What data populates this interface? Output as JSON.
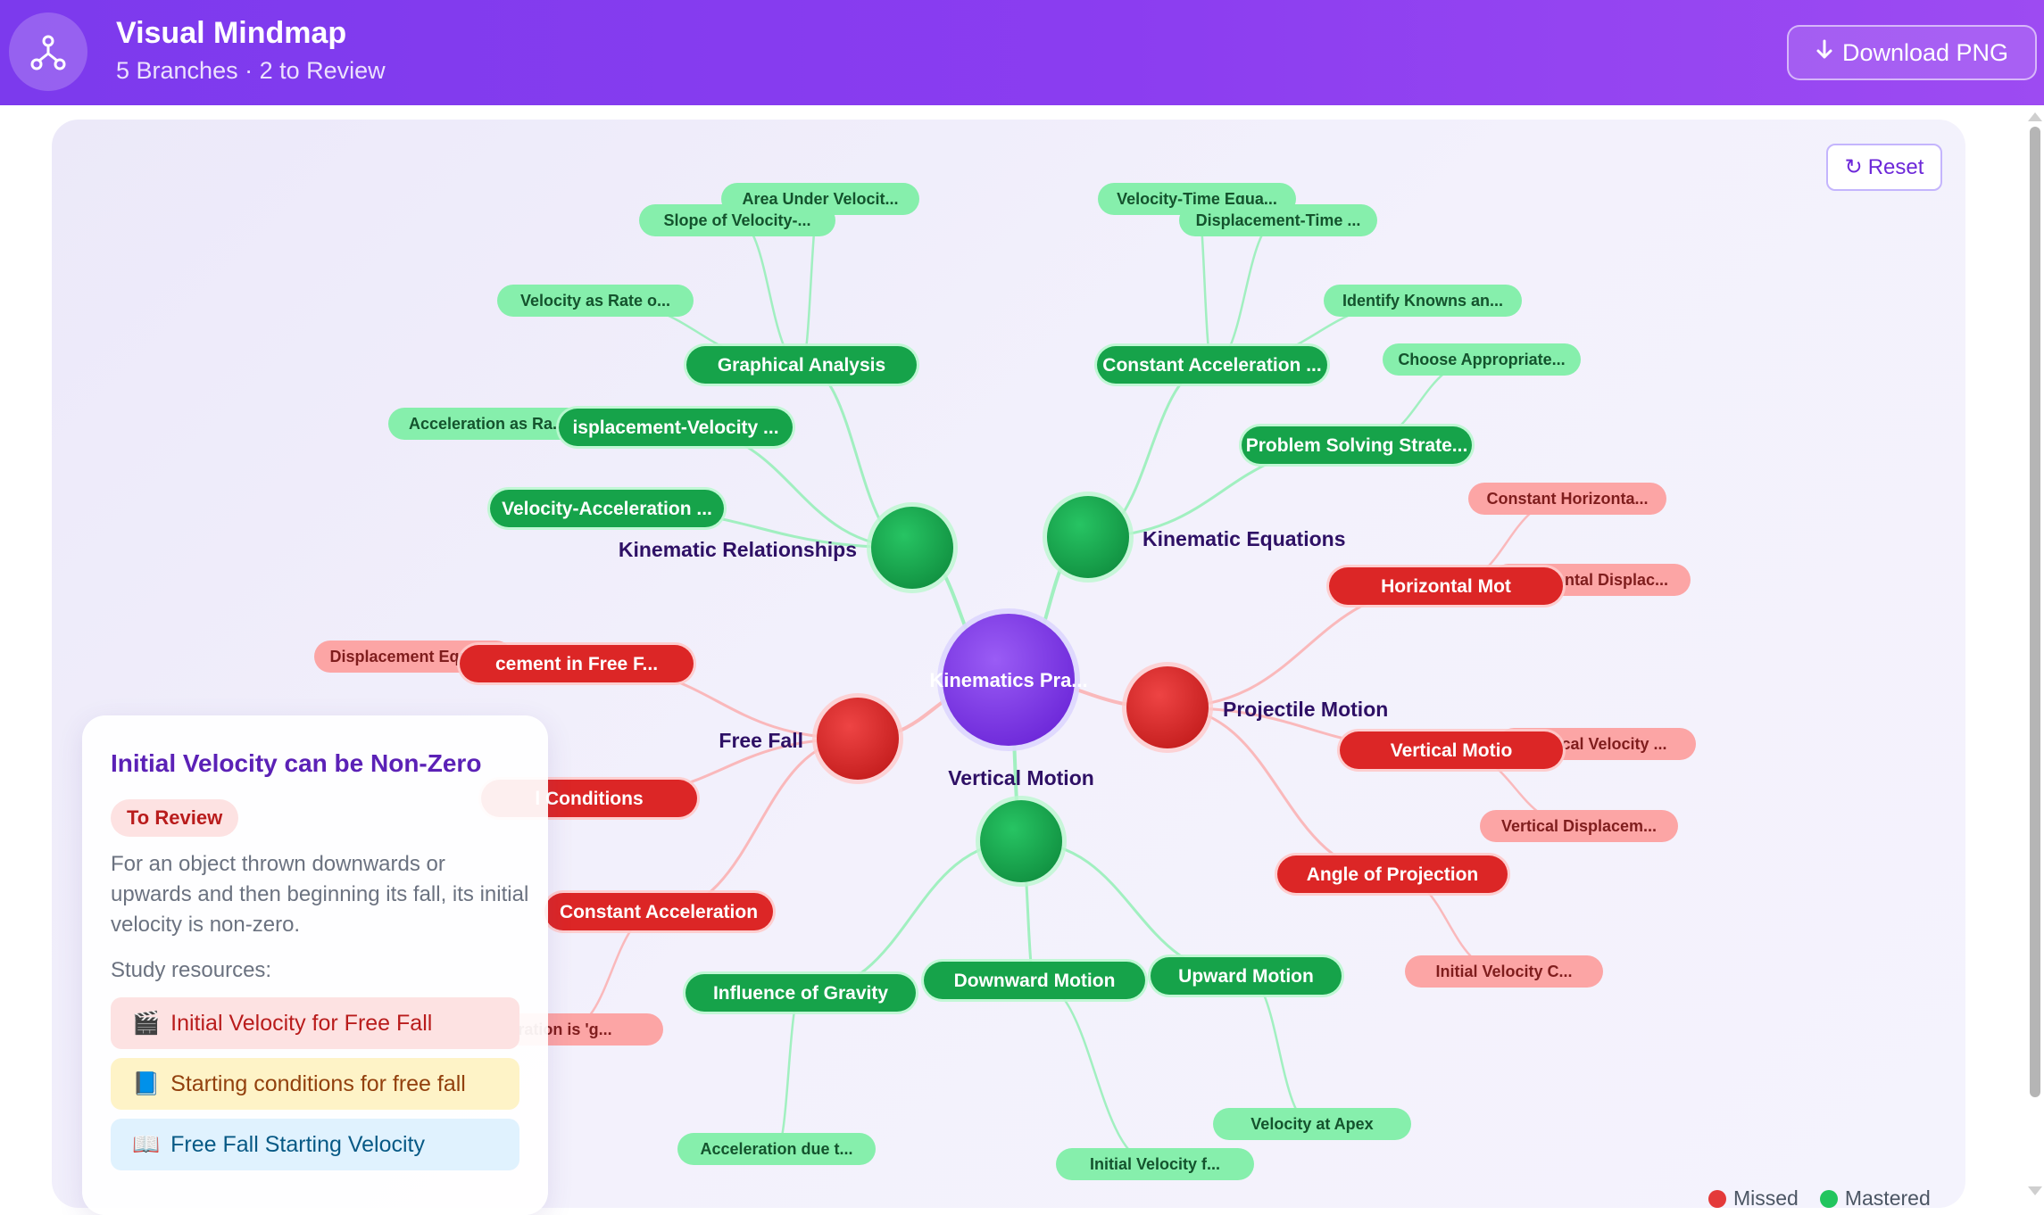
{
  "header": {
    "title": "Visual Mindmap",
    "subtitle": "5 Branches · 2 to Review",
    "download_label": "Download PNG",
    "logo_icon": "mindmap-branch-icon",
    "download_icon": "download-arrow-icon"
  },
  "toolbar": {
    "reset_label": "Reset",
    "reset_icon": "refresh-icon"
  },
  "legend": {
    "missed_label": "Missed",
    "mastered_label": "Mastered",
    "missed_color": "#e43a3a",
    "mastered_color": "#22c55e"
  },
  "colors": {
    "mastered_dark": "#16a34a",
    "mastered_light": "#86efac",
    "missed_dark": "#dc2626",
    "missed_light": "#fca5a5",
    "root": "#7c3aed"
  },
  "mindmap": {
    "root": "Kinematics Pra...",
    "branches": [
      {
        "id": "kr",
        "label": "Kinematic Relationships",
        "status": "mastered"
      },
      {
        "id": "ke",
        "label": "Kinematic Equations",
        "status": "mastered"
      },
      {
        "id": "pm",
        "label": "Projectile Motion",
        "status": "missed"
      },
      {
        "id": "vm",
        "label": "Vertical Motion",
        "status": "mastered"
      },
      {
        "id": "ff",
        "label": "Free Fall",
        "status": "missed"
      }
    ],
    "subtopics": [
      {
        "id": "ga",
        "label": "Graphical Analysis",
        "status": "mastered"
      },
      {
        "id": "dv",
        "label": "isplacement-Velocity ...",
        "status": "mastered"
      },
      {
        "id": "va",
        "label": "Velocity-Acceleration ...",
        "status": "mastered"
      },
      {
        "id": "ca",
        "label": "Constant Acceleration ...",
        "status": "mastered"
      },
      {
        "id": "ps",
        "label": "Problem Solving Strate...",
        "status": "mastered"
      },
      {
        "id": "hm",
        "label": "Horizontal Mot",
        "status": "missed"
      },
      {
        "id": "vmo",
        "label": "Vertical Motio",
        "status": "missed"
      },
      {
        "id": "ap",
        "label": "Angle of Projection",
        "status": "missed"
      },
      {
        "id": "dm",
        "label": "Downward Motion",
        "status": "mastered"
      },
      {
        "id": "um",
        "label": "Upward Motion",
        "status": "mastered"
      },
      {
        "id": "ig",
        "label": "Influence of Gravity",
        "status": "mastered"
      },
      {
        "id": "dff",
        "label": "cement in Free F...",
        "status": "missed"
      },
      {
        "id": "ic",
        "label": "l Conditions",
        "status": "missed"
      },
      {
        "id": "cac",
        "label": "Constant Acceleration",
        "status": "missed"
      }
    ],
    "leaves": [
      {
        "id": "auv",
        "label": "Area Under Velocit...",
        "status": "mastered"
      },
      {
        "id": "sov",
        "label": "Slope of Velocity-...",
        "status": "mastered"
      },
      {
        "id": "vrt",
        "label": "Velocity as Rate o...",
        "status": "mastered"
      },
      {
        "id": "arr",
        "label": "Acceleration as Ra...",
        "status": "mastered"
      },
      {
        "id": "vte",
        "label": "Velocity-Time Equa...",
        "status": "mastered"
      },
      {
        "id": "dte",
        "label": "Displacement-Time ...",
        "status": "mastered"
      },
      {
        "id": "ika",
        "label": "Identify Knowns an...",
        "status": "mastered"
      },
      {
        "id": "cap",
        "label": "Choose Appropriate...",
        "status": "mastered"
      },
      {
        "id": "chz",
        "label": "Constant Horizonta...",
        "status": "missed"
      },
      {
        "id": "hdp",
        "label": "Horizontal Displac...",
        "status": "missed"
      },
      {
        "id": "vvl",
        "label": "Vertical Velocity ...",
        "status": "missed"
      },
      {
        "id": "vds",
        "label": "Vertical Displacem...",
        "status": "missed"
      },
      {
        "id": "ivc",
        "label": "Initial Velocity C...",
        "status": "missed"
      },
      {
        "id": "vax",
        "label": "Velocity at Apex",
        "status": "mastered"
      },
      {
        "id": "ivf",
        "label": "Initial Velocity f...",
        "status": "mastered"
      },
      {
        "id": "adt",
        "label": "Acceleration due t...",
        "status": "mastered"
      },
      {
        "id": "deq",
        "label": "Displacement Equat...",
        "status": "missed"
      },
      {
        "id": "aig",
        "label": "ration is 'g...",
        "status": "missed"
      }
    ]
  },
  "detail_panel": {
    "title": "Initial Velocity can be Non-Zero",
    "status_badge": "To Review",
    "description": "For an object thrown downwards or upwards and then beginning its fall, its initial velocity is non-zero.",
    "resources_label": "Study resources:",
    "resources": [
      {
        "icon": "🎬",
        "label": "Initial Velocity for Free Fall",
        "icon_name": "clapperboard-icon"
      },
      {
        "icon": "📘",
        "label": "Starting conditions for free fall",
        "icon_name": "book-icon"
      },
      {
        "icon": "📖",
        "label": "Free Fall Starting Velocity",
        "icon_name": "open-book-icon"
      }
    ]
  }
}
